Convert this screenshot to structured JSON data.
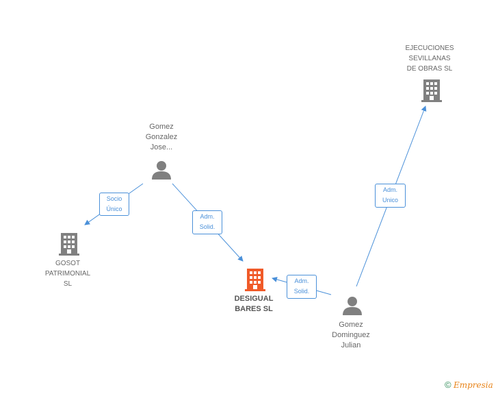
{
  "nodes": {
    "gomez_gonzalez": {
      "lines": [
        "Gomez",
        "Gonzalez",
        "Jose..."
      ],
      "kind": "person"
    },
    "ejecuciones": {
      "lines": [
        "EJECUCIONES",
        "SEVILLANAS",
        "DE OBRAS SL"
      ],
      "kind": "company"
    },
    "gosot": {
      "lines": [
        "GOSOT",
        "PATRIMONIAL",
        "SL"
      ],
      "kind": "company"
    },
    "desigual": {
      "lines": [
        "DESIGUAL",
        "BARES SL"
      ],
      "kind": "company-main"
    },
    "gomez_dominguez": {
      "lines": [
        "Gomez",
        "Dominguez",
        "Julian"
      ],
      "kind": "person"
    }
  },
  "edges": {
    "socio_unico": {
      "lines": [
        "Socio",
        "Único"
      ]
    },
    "adm_solid_1": {
      "lines": [
        "Adm.",
        "Solid."
      ]
    },
    "adm_solid_2": {
      "lines": [
        "Adm.",
        "Solid."
      ]
    },
    "adm_unico": {
      "lines": [
        "Adm.",
        "Unico"
      ]
    }
  },
  "footer": {
    "copyright": "©",
    "brand": "Empresia"
  },
  "colors": {
    "edge": "#4a90d9",
    "node": "#808080",
    "main_node": "#f05a28"
  }
}
